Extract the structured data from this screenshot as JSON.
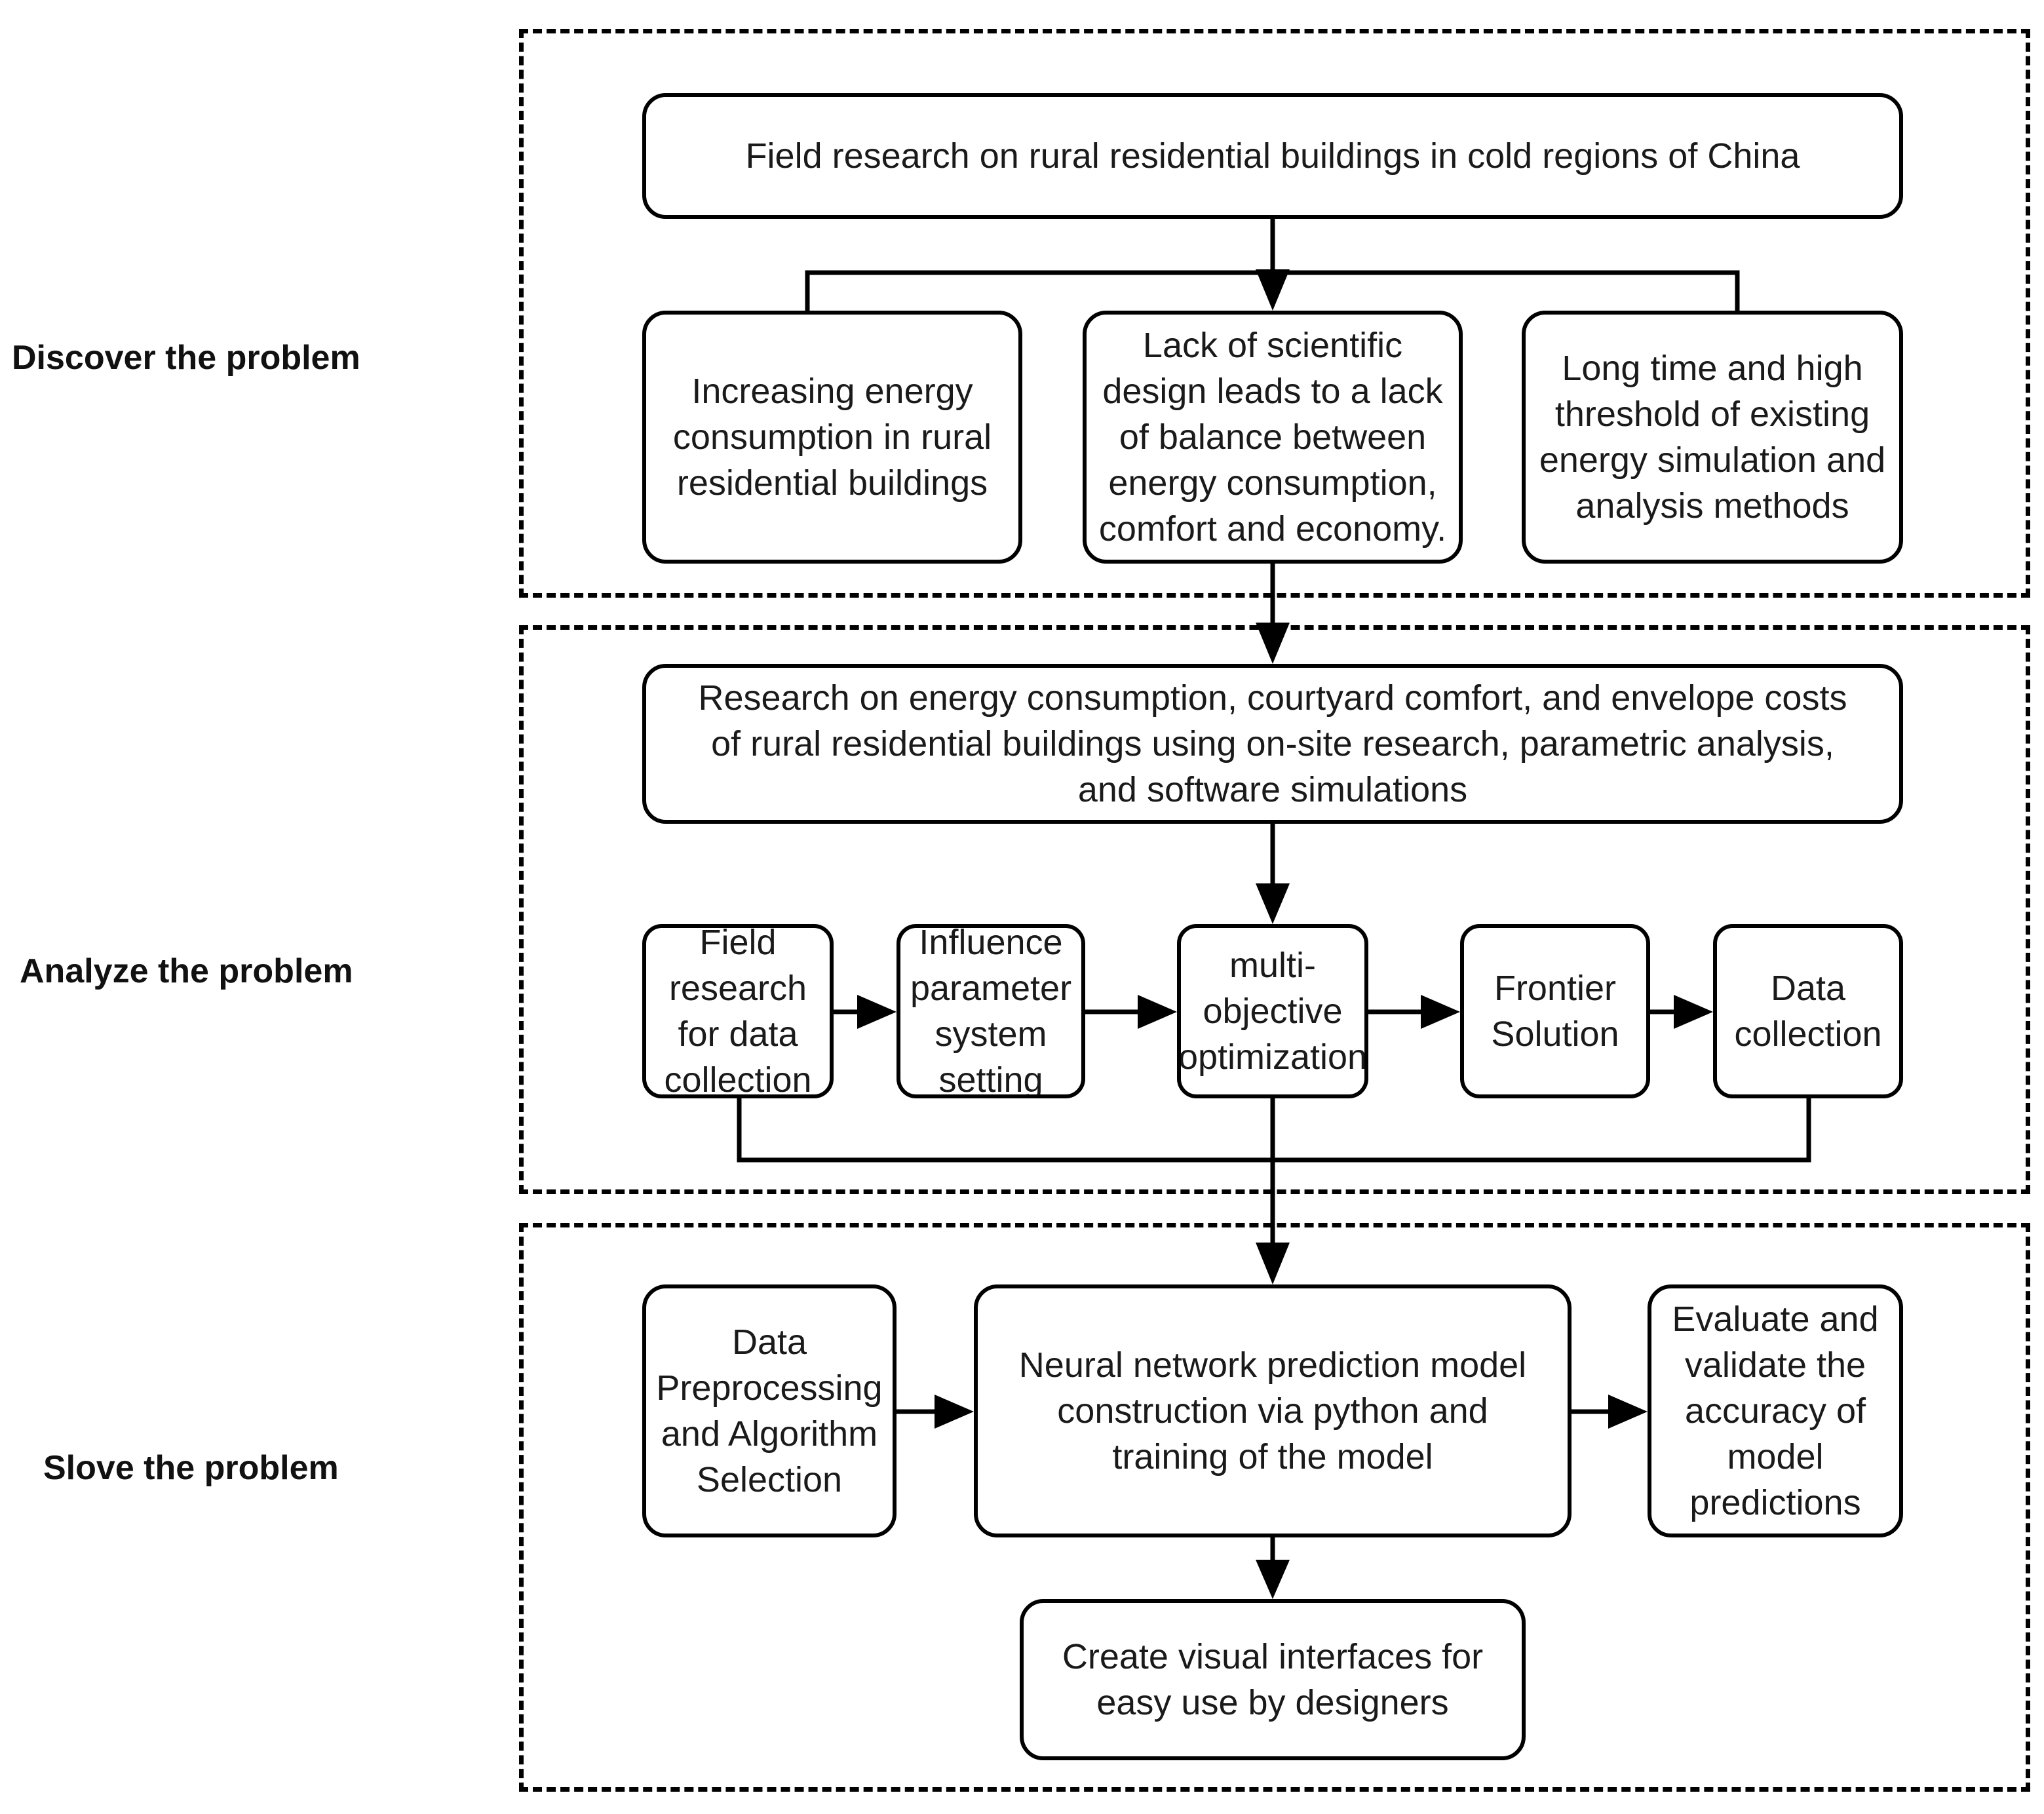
{
  "stages": {
    "discover": "Discover the problem",
    "analyze": "Analyze the problem",
    "solve": "Slove the problem"
  },
  "boxes": {
    "field_research_cold": "Field research on rural residential buildings in cold regions of China",
    "increasing_energy": "Increasing energy\nconsumption in rural\nresidential buildings",
    "lack_design": "Lack of scientific\ndesign leads to a lack\nof balance between\nenergy consumption,\ncomfort and economy.",
    "long_time": "Long time and high\nthreshold of existing\nenergy simulation and\nanalysis methods",
    "research_energy": "Research on energy consumption, courtyard comfort, and envelope costs\nof rural residential buildings using on-site research, parametric analysis,\nand software simulations",
    "field_data": "Field\nresearch\nfor data\ncollection",
    "influence_param": "Influence\nparameter\nsystem\nsetting",
    "multi_obj": "multi-\nobjective\noptimization",
    "frontier": "Frontier\nSolution",
    "data_collection": "Data\ncollection",
    "preprocessing": "Data\nPreprocessing\nand Algorithm\nSelection",
    "neural_net": "Neural network prediction model\nconstruction via python and\ntraining of the model",
    "evaluate": "Evaluate and\nvalidate the\naccuracy of\nmodel\npredictions",
    "visual_iface": "Create visual interfaces for\neasy use by designers"
  },
  "colors": {
    "stroke": "#000000",
    "text": "#1a1a1a",
    "background": "#ffffff"
  }
}
